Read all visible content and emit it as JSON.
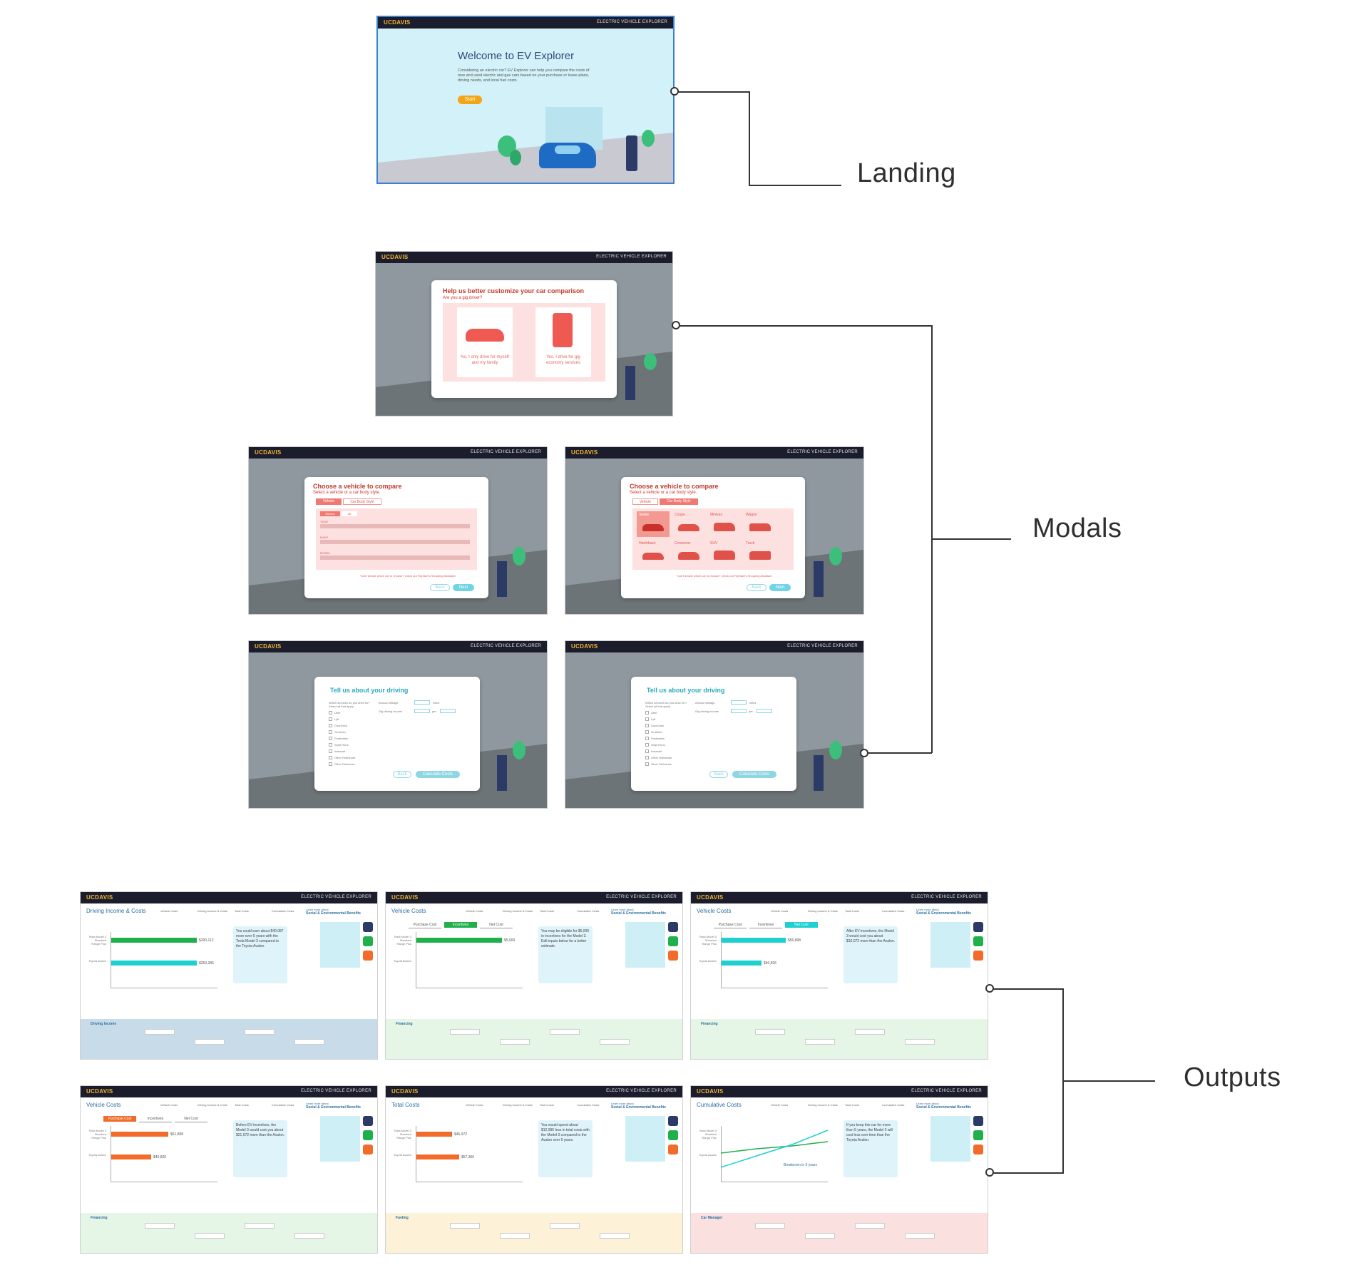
{
  "section_labels": {
    "landing": "Landing",
    "modals": "Modals",
    "outputs": "Outputs"
  },
  "brand": {
    "logo": "UCDAVIS",
    "app_name": "ELECTRIC VEHICLE EXPLORER"
  },
  "landing": {
    "title": "Welcome to EV Explorer",
    "body": "Considering an electric car? EV Explorer can help you compare the costs of new and used electric and gas cars based on your purchase or lease plans, driving needs, and local fuel costs.",
    "start_button": "Start"
  },
  "gig_modal": {
    "title": "Help us better customize your car comparison",
    "subtitle": "Are you a gig driver?",
    "option_no": "No, I only drive for myself and my family",
    "option_yes": "Yes, I drive for gig economy services"
  },
  "vehicle_modal": {
    "title": "Choose a vehicle to compare",
    "subtitle": "Select a vehicle or a car body style.",
    "tabs": [
      "Vehicle",
      "Car Body Style"
    ],
    "fuel_toggle": [
      "Electric",
      "All"
    ],
    "fields": [
      "YEAR",
      "MAKE",
      "MODEL"
    ],
    "body_styles": [
      "Sedan",
      "Coupe",
      "Minivan",
      "Wagon",
      "Hatchback",
      "Crossover",
      "SUV",
      "Truck"
    ],
    "help_note": "*can't decide which car to choose? check out FlipStart's Shopping Assistant",
    "back": "Back",
    "next": "Next"
  },
  "driving_modal": {
    "title": "Tell us about your driving",
    "services_question": "Which services do you drive for? Select all that apply:",
    "services": [
      "Uber",
      "Lyft",
      "DoorDash",
      "Grubhub",
      "Postmates",
      "Shipt Runs",
      "Instacart",
      "Other Rideshare",
      "Other Deliveries"
    ],
    "annual_mileage": "Annual mileage",
    "gig_driving": "Gig driving income",
    "per": "per",
    "miles_unit": "miles",
    "back": "Back",
    "calculate": "Calculate Costs"
  },
  "outputs": {
    "tabs": [
      "Vehicle Costs",
      "Driving Income & Costs",
      "Total Costs",
      "Cumulative Costs"
    ],
    "learn_more": "Learn more about",
    "social_benefits": "Social & Environmental Benefits",
    "vehicles": [
      "Tesla Model 3 Standard Range Plus",
      "Toyota Avalon"
    ],
    "screens": [
      {
        "title": "Driving Income & Costs",
        "callout": "You could earn about $40,087 more over 5 years with the Tesla Model 3 compared to the Toyota Avalon.",
        "values": [
          "$290,112",
          "$250,285"
        ],
        "panel": "Driving Income"
      },
      {
        "title": "Vehicle Costs",
        "subtabs": [
          "Purchase Cost",
          "Incentives",
          "Net Cost"
        ],
        "callout": "You may be eligible for $5,000 in incentives for the Model 3. Edit inputs below for a better estimate.",
        "values": [
          "$5,000"
        ],
        "panel": "Financing"
      },
      {
        "title": "Vehicle Costs",
        "subtabs": [
          "Purchase Cost",
          "Incentives",
          "Net Cost"
        ],
        "callout": "After EV incentives, the Model 3 would cost you about $16,072 more than the Avalon.",
        "values": [
          "$56,898",
          "$40,826"
        ],
        "panel": "Financing"
      },
      {
        "title": "Vehicle Costs",
        "subtabs": [
          "Purchase Cost",
          "Incentives",
          "Net Cost"
        ],
        "callout": "Before EV incentives, the Model 3 would cost you about $21,072 more than the Avalon.",
        "values": [
          "$61,898",
          "$40,826"
        ],
        "panel": "Financing"
      },
      {
        "title": "Total Costs",
        "callout": "You would spend about $12,995 less in total costs with the Model 3 compared to the Avalon over 5 years.",
        "values": [
          "$45,972",
          "$57,366"
        ],
        "panel": "Fueling"
      },
      {
        "title": "Cumulative Costs",
        "callout": "If you keep this car for more than 5 years, the Model 3 will cost less over time than the Toyota Avalon.",
        "values": [
          "Breakeven in 5 years"
        ],
        "panel": "Car Manager"
      }
    ]
  }
}
